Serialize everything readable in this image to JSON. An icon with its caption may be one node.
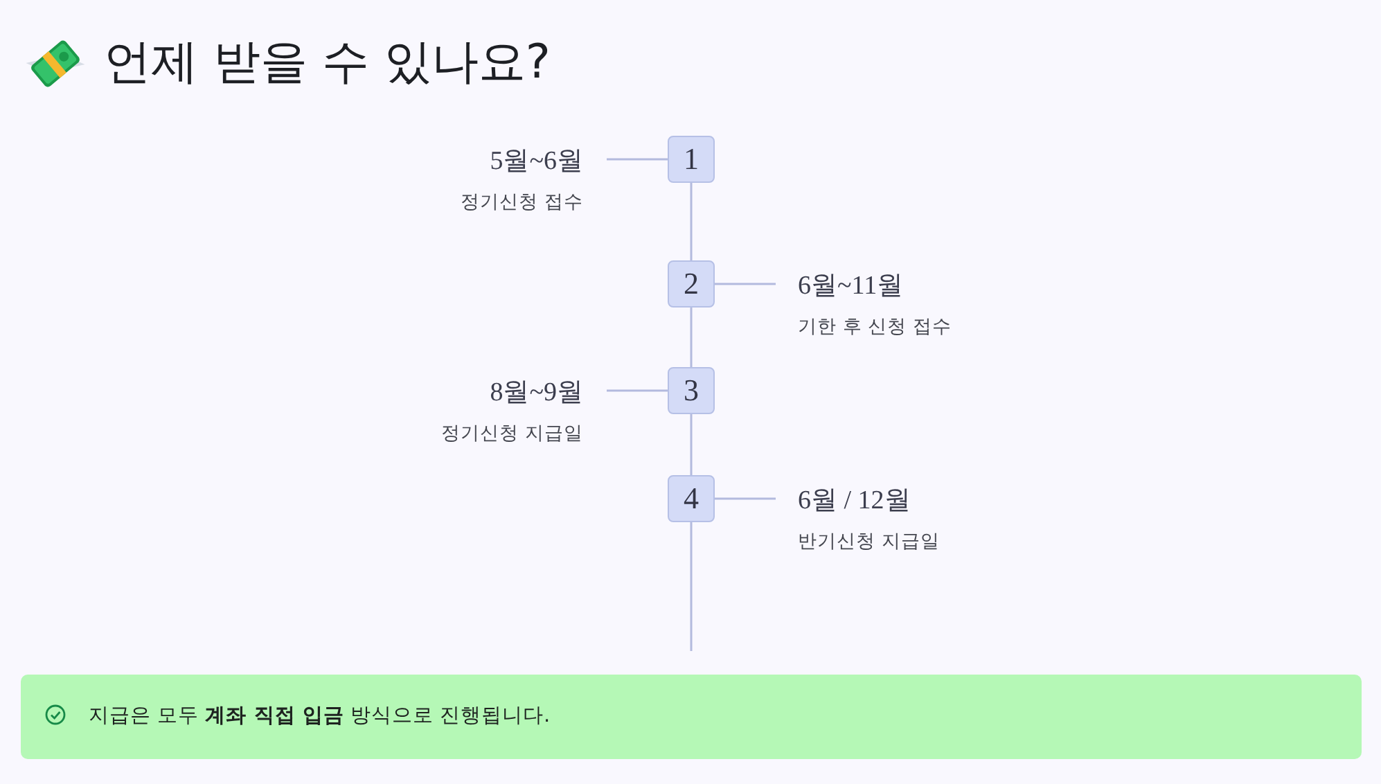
{
  "diagram": {
    "title": "언제 받을 수 있나요?",
    "nodes": [
      {
        "text": [
          "1"
        ]
      },
      {
        "text": [
          "5월~6월",
          "정기신청 접수"
        ]
      },
      {
        "text": [
          "2"
        ]
      },
      {
        "text": [
          "6월~11월",
          "기한 후 신청 접수"
        ]
      },
      {
        "text": [
          "3"
        ]
      },
      {
        "text": [
          "8월~9월",
          "정기신청 지급일"
        ]
      },
      {
        "text": [
          "4"
        ]
      },
      {
        "text": [
          "6월 / 12월",
          "반기신청 지급일"
        ]
      }
    ],
    "edges": [
      {
        "from": 0,
        "to": 1,
        "arrow": "none"
      },
      {
        "from": 0,
        "to": 2,
        "arrow": "none"
      },
      {
        "from": 2,
        "to": 3,
        "arrow": "none"
      },
      {
        "from": 2,
        "to": 4,
        "arrow": "none"
      },
      {
        "from": 4,
        "to": 5,
        "arrow": "none"
      },
      {
        "from": 4,
        "to": 6,
        "arrow": "none"
      },
      {
        "from": 6,
        "to": 7,
        "arrow": "none"
      },
      {
        "from": 6,
        "to": null,
        "arrow": "none"
      }
    ],
    "labels": [
      "지급은 모두 **계좌 직접 입금** 방식으로 진행됩니다."
    ]
  }
}
